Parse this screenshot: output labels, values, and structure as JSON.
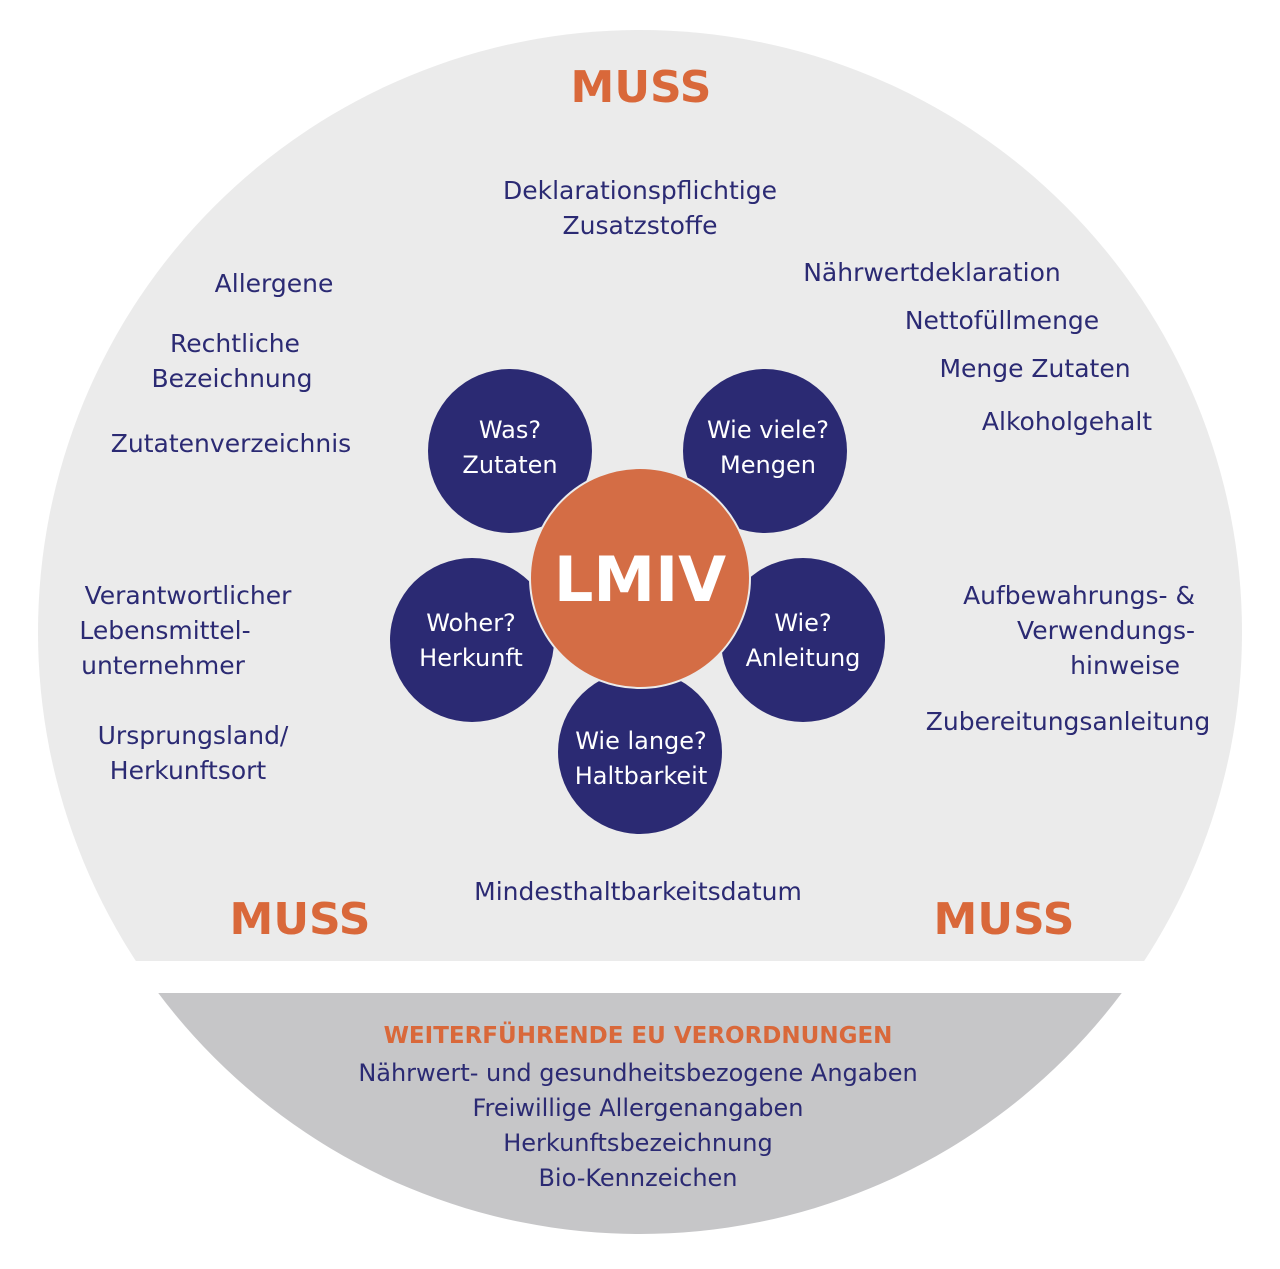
{
  "center": {
    "label": "LMIV"
  },
  "muss": {
    "top": "MUSS",
    "bottom_left": "MUSS",
    "bottom_right": "MUSS"
  },
  "petals": [
    {
      "line1": "Was?",
      "line2": "Zutaten"
    },
    {
      "line1": "Wie viele?",
      "line2": "Mengen"
    },
    {
      "line1": "Woher?",
      "line2": "Herkunft"
    },
    {
      "line1": "Wie?",
      "line2": "Anleitung"
    },
    {
      "line1": "Wie lange?",
      "line2": "Haltbarkeit"
    }
  ],
  "requirements": {
    "zusatzstoffe": {
      "line1": "Deklarationspflichtige",
      "line2": "Zusatzstoffe"
    },
    "allergene": "Allergene",
    "bezeichnung": {
      "line1": "Rechtliche",
      "line2": "Bezeichnung"
    },
    "zutatenverzeichnis": "Zutatenverzeichnis",
    "naehrwert": "Nährwertdeklaration",
    "nettofuellmenge": "Nettofüllmenge",
    "menge_zutaten": "Menge Zutaten",
    "alkohol": "Alkoholgehalt",
    "unternehmer": {
      "line1": "Verantwortlicher",
      "line2": "Lebensmittel-",
      "line3": "unternehmer"
    },
    "ursprung": {
      "line1": "Ursprungsland/",
      "line2": "Herkunftsort"
    },
    "aufbewahrung": {
      "line1": "Aufbewahrungs- &",
      "line2": "Verwendungs-",
      "line3": "hinweise"
    },
    "zubereitung": "Zubereitungsanleitung",
    "mhd": "Mindesthaltbarkeitsdatum"
  },
  "eu": {
    "title": "WEITERFÜHRENDE EU VERORDNUNGEN",
    "items": [
      "Nährwert- und gesundheitsbezogene Angaben",
      "Freiwillige Allergenangaben",
      "Herkunftsbezeichnung",
      "Bio-Kennzeichen"
    ]
  },
  "colors": {
    "outer_circle": "#ebebeb",
    "eu_band": "#c6c6c8",
    "petal": "#2b2a73",
    "center": "#d46d45",
    "accent": "#d9683a",
    "text": "#2b2a73"
  }
}
